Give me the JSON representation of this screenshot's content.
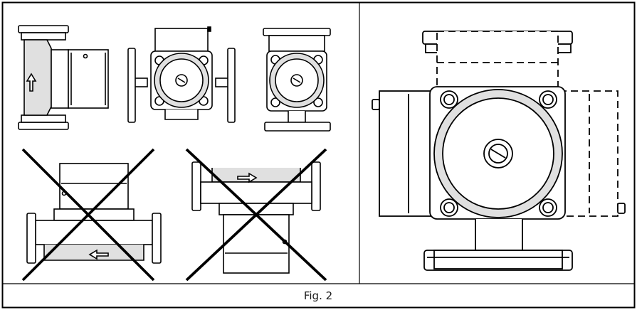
{
  "figure": {
    "caption": "Fig. 2",
    "line_color": "#000000",
    "shade_color": "#e0e0e0",
    "background": "#ffffff"
  },
  "views": [
    {
      "id": "side-view",
      "status": "allowed",
      "direction_arrow": "up"
    },
    {
      "id": "front-view-flanges-side",
      "status": "allowed"
    },
    {
      "id": "front-view-foot-down",
      "status": "allowed"
    },
    {
      "id": "motor-up-view",
      "status": "forbidden",
      "direction_arrow": "left"
    },
    {
      "id": "motor-down-view",
      "status": "forbidden",
      "direction_arrow": "right"
    },
    {
      "id": "large-front-view-motor-horizontal",
      "status": "allowed"
    }
  ]
}
